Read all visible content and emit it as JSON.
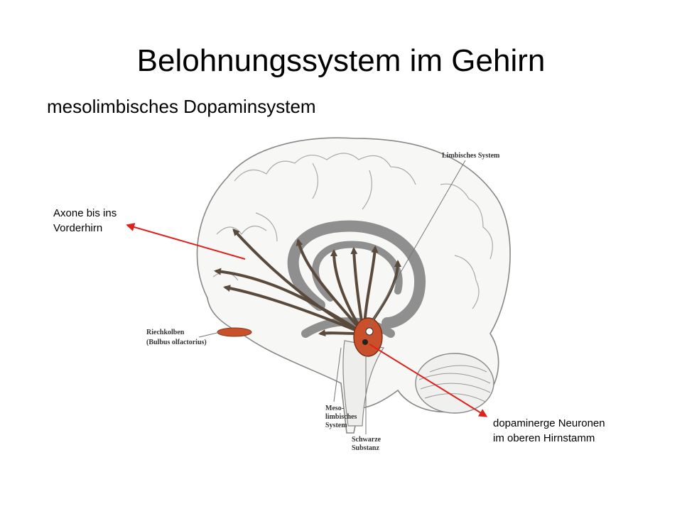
{
  "slide": {
    "title": "Belohnungssystem im Gehirn",
    "subtitle": "mesolimbisches Dopaminsystem"
  },
  "callouts": {
    "axons": [
      "Axone bis ins",
      "Vorderhirn"
    ],
    "neurons": [
      "dopaminerge Neuronen",
      "im oberen Hirnstamm"
    ]
  },
  "figure_labels": {
    "limbic_system": "Limbisches System",
    "olfactory_bulb": [
      "Riechkolben",
      "(Bulbus olfactorius)"
    ],
    "mesolimbic_system": [
      "Meso-",
      "limbisches",
      "System"
    ],
    "substantia_nigra": [
      "Schwarze",
      "Substanz"
    ]
  },
  "colors": {
    "pointer_arrow": "#e0201b",
    "pathway_arrows": "#5a4a3c",
    "limbic_gray": "#8f8f8f",
    "dopamine_nucleus": "#c8502a"
  }
}
